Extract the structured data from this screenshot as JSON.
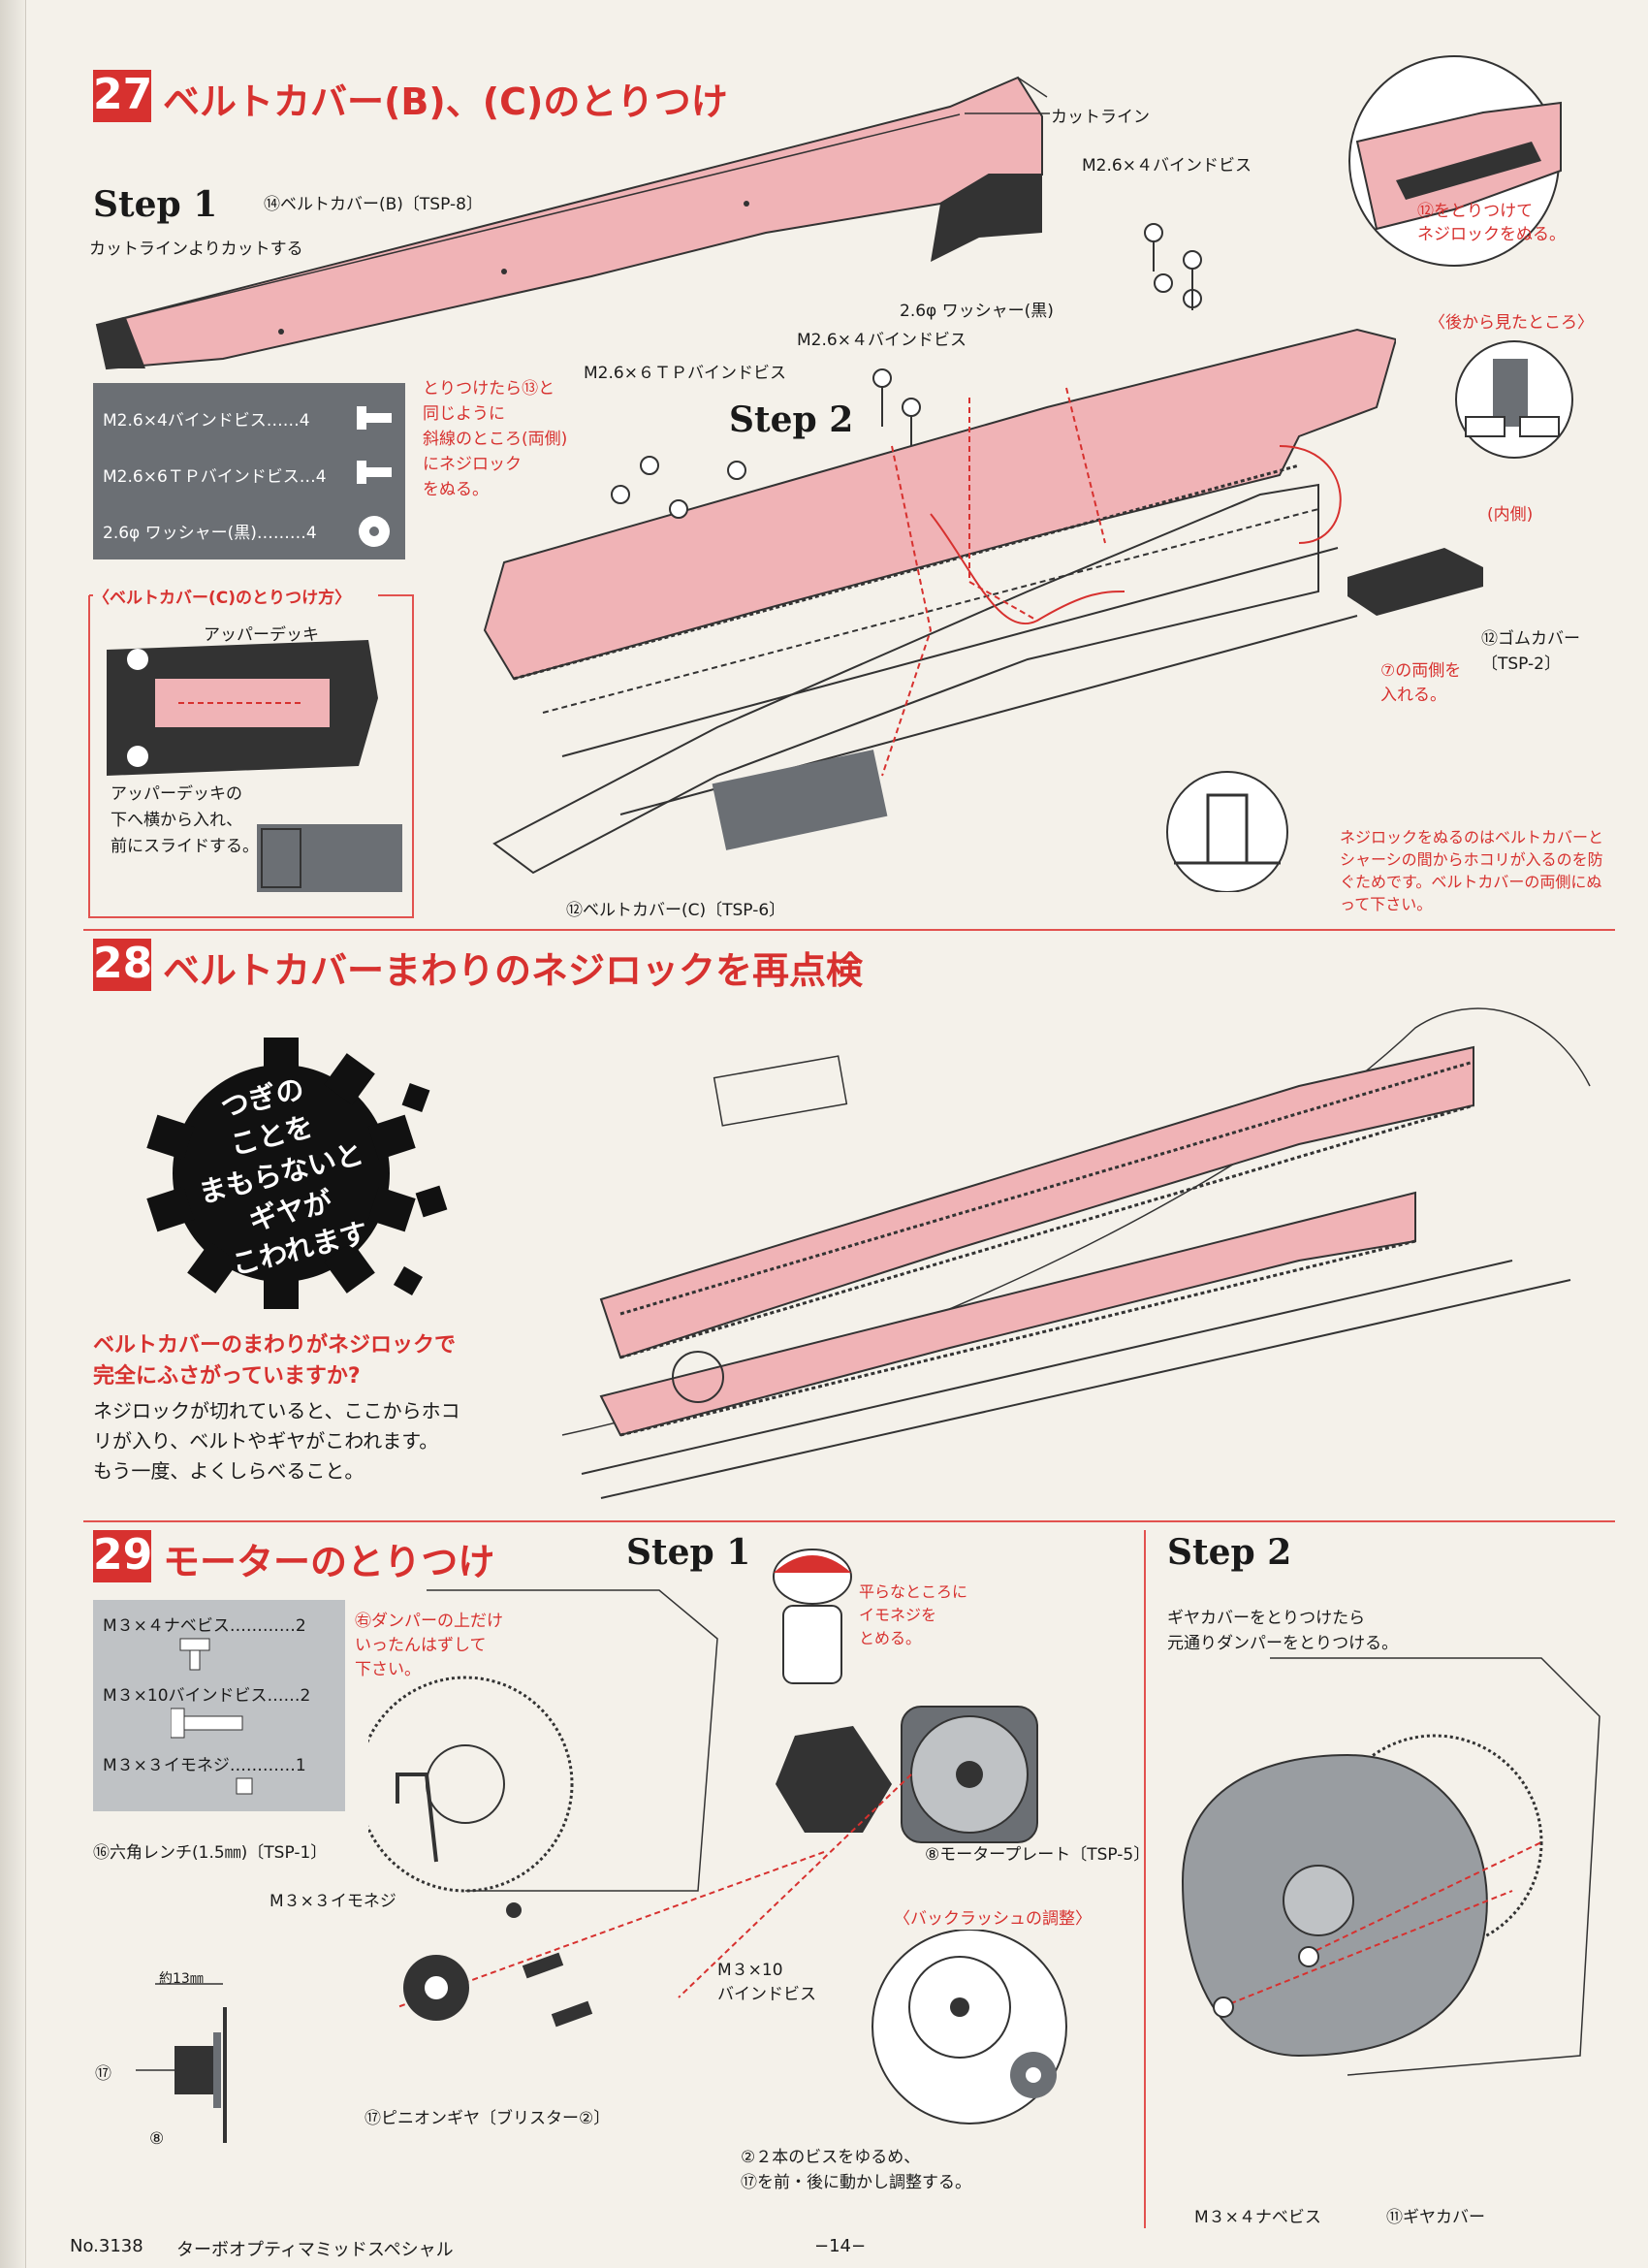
{
  "footer": {
    "model_no": "No.3138",
    "model_name": "ターボオプティマミッドスペシャル",
    "page": "−14−"
  },
  "colors": {
    "accent_red": "#d7312f",
    "belt_pink": "#f0b3b6",
    "panel_gray": "#6b6f74"
  },
  "s27": {
    "num": "27",
    "title": "ベルトカバー(B)、(C)のとりつけ",
    "step1": "Step 1",
    "step1_note": "カットラインよりカットする",
    "cut_line": "カットライン",
    "belt_cover_b": "⑭ベルトカバー(B)〔TSP-8〕",
    "parts": [
      {
        "text": "M2.6×4バインドビス……4"
      },
      {
        "text": "M2.6×6ＴＰバインドビス…4"
      },
      {
        "text": "2.6φ ワッシャー(黒)………4"
      }
    ],
    "step2": "Step 2",
    "screw_m26x4_a": "M2.6×４バインドビス",
    "washer": "2.6φ ワッシャー(黒)",
    "screw_m26x4_b": "M2.6×４バインドビス",
    "screw_m26x6": "M2.6×６ＴＰバインドビス",
    "red_note_lines": [
      "とりつけたら⑬と",
      "同じように",
      "斜線のところ(両側)",
      "にネジロック",
      "をぬる。"
    ],
    "c_mount_title": "〈ベルトカバー(C)のとりつけ方〉",
    "upper_deck": "アッパーデッキ",
    "slide_note_lines": [
      "アッパーデッキの",
      "下へ横から入れ、",
      "前にスライドする。"
    ],
    "belt_cover_c": "⑫ベルトカバー(C)〔TSP-6〕",
    "inset_note_lines": [
      "⑫をとりつけて",
      "ネジロックをぬる。"
    ],
    "rear_view": "〈後から見たところ〉",
    "inner_side": "(内側)",
    "rubber_cover_lines": [
      "⑫ゴムカバー",
      "〔TSP-2〕"
    ],
    "both_sides_lines": [
      "⑦の両側を",
      "入れる。"
    ],
    "reason_lines": [
      "ネジロックをぬるのはベルトカバーと",
      "シャーシの間からホコリが入るのを防",
      "ぐためです。ベルトカバーの両側にぬ",
      "って下さい。"
    ]
  },
  "s28": {
    "num": "28",
    "title": "ベルトカバーまわりのネジロックを再点検",
    "gear_lines": [
      "つぎの",
      "ことを",
      "まもらないと",
      "ギヤが",
      "こわれます"
    ],
    "question_lines": [
      "ベルトカバーのまわりがネジロックで",
      "完全にふさがっていますか?"
    ],
    "body_lines": [
      "ネジロックが切れていると、ここからホコ",
      "リが入り、ベルトやギヤがこわれます。",
      "もう一度、よくしらべること。"
    ]
  },
  "s29": {
    "num": "29",
    "title": "モーターのとりつけ",
    "step1": "Step 1",
    "step2": "Step 2",
    "parts": [
      {
        "text": "M３×４ナベビス…………2"
      },
      {
        "text": "M３×10バインドビス……2"
      },
      {
        "text": "M３×３イモネジ…………1"
      }
    ],
    "damper_note_lines": [
      "㊨ダンパーの上だけ",
      "いったんはずして",
      "下さい。"
    ],
    "flat_note_lines": [
      "平らなところに",
      "イモネジを",
      "とめる。"
    ],
    "hex_wrench": "⑯六角レンチ(1.5㎜)〔TSP-1〕",
    "set_screw": "M３×３イモネジ",
    "motor_plate": "⑧モータープレート〔TSP-5〕",
    "m3x10_lines": [
      "M３×10",
      "バインドビス"
    ],
    "approx": "約13㎜",
    "pinion": "⑰ピニオンギヤ〔ブリスター②〕",
    "backlash_title": "〈バックラッシュの調整〉",
    "backlash_note_lines": [
      "②２本のビスをゆるめ、",
      "⑰を前・後に動かし調整する。"
    ],
    "step2_note_lines": [
      "ギヤカバーをとりつけたら",
      "元通りダンパーをとりつける。"
    ],
    "m3x4": "M３×４ナベビス",
    "gear_cover": "⑪ギヤカバー",
    "callout_17": "⑰",
    "callout_89": "⑧"
  }
}
